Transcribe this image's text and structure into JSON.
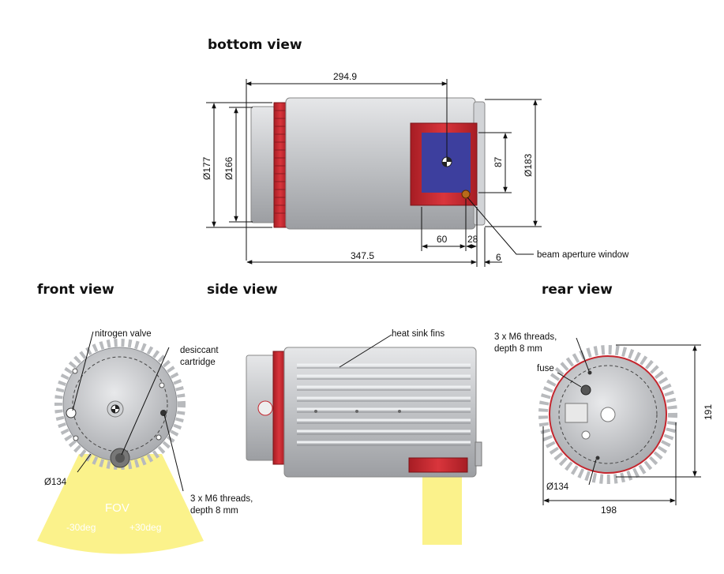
{
  "views": {
    "bottom": "bottom view",
    "front": "front view",
    "side": "side view",
    "rear": "rear view"
  },
  "bottom_view": {
    "dim_294": "294.9",
    "dim_177": "Ø177",
    "dim_166": "Ø166",
    "dim_87": "87",
    "dim_183": "Ø183",
    "dim_60": "60",
    "dim_28": "28",
    "dim_347": "347.5",
    "dim_6": "6",
    "beam_label": "beam aperture window"
  },
  "front_view": {
    "nitrogen": "nitrogen valve",
    "desiccant_1": "desiccant",
    "desiccant_2": "cartridge",
    "dia_134": "Ø134",
    "threads_1": "3 x M6 threads,",
    "threads_2": "depth 8 mm",
    "fov": "FOV",
    "fov_neg": "-30deg",
    "fov_pos": "+30deg"
  },
  "side_view": {
    "fins": "heat sink fins"
  },
  "rear_view": {
    "threads_1": "3 x M6 threads,",
    "threads_2": "depth 8 mm",
    "fuse": "fuse",
    "dim_191": "191",
    "dia_134": "Ø134",
    "dim_198": "198"
  },
  "colors": {
    "body": "#c9cbce",
    "red": "#c4262e",
    "blue": "#3d3f9e",
    "fov": "#fbf28b"
  }
}
